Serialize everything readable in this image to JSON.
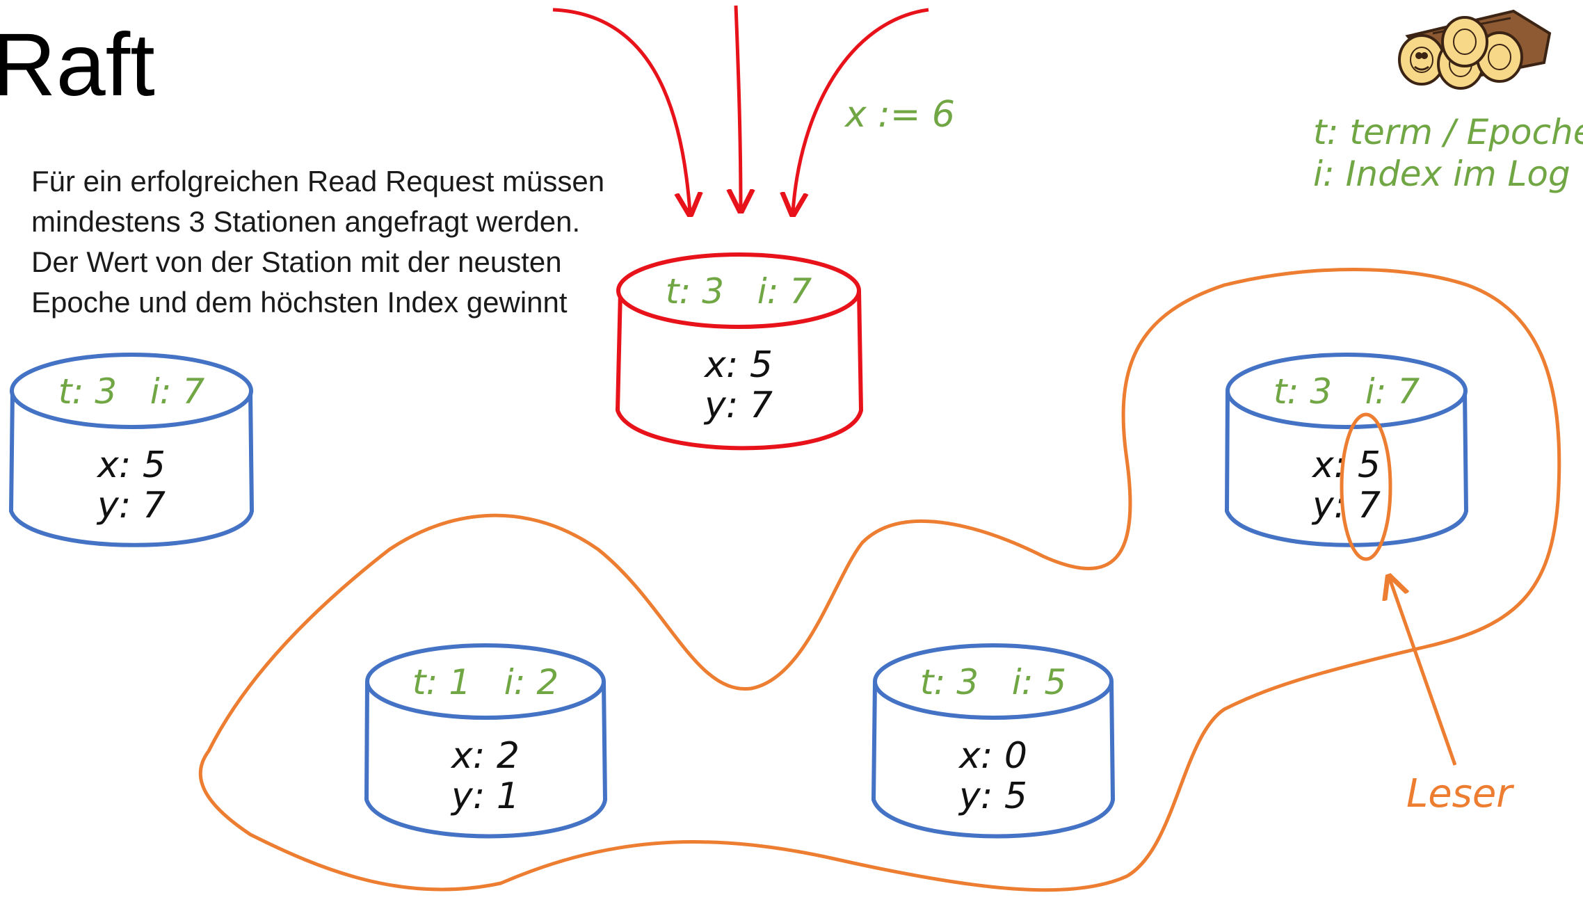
{
  "title": "Raft",
  "description": [
    "Für ein erfolgreichen Read Request müssen",
    "mindestens 3 Stationen angefragt werden.",
    "Der Wert von der Station mit der neusten",
    "Epoche und dem höchsten Index gewinnt"
  ],
  "legend": [
    "t: term / Epoche",
    "i: Index im Log"
  ],
  "logo_icon": "log-wood-icon",
  "colors": {
    "leader": "#e8121a",
    "follower": "#4472c4",
    "meta_text": "#71a644",
    "reader": "#ed7d31",
    "value_text": "#111111"
  },
  "write_request": "x := 6",
  "reader_label": "Leser",
  "nodes": {
    "leader": {
      "meta": "t: 3   i: 7",
      "x": "x: 5",
      "y": "y: 7"
    },
    "left": {
      "meta": "t: 3   i: 7",
      "x": "x: 5",
      "y": "y: 7"
    },
    "right": {
      "meta": "t: 3   i: 7",
      "x": "x: 5",
      "y": "y: 7"
    },
    "bottom_left": {
      "meta": "t: 1   i: 2",
      "x": "x: 2",
      "y": "y: 1"
    },
    "bottom_mid": {
      "meta": "t: 3   i: 5",
      "x": "x: 0",
      "y": "y: 5"
    }
  }
}
